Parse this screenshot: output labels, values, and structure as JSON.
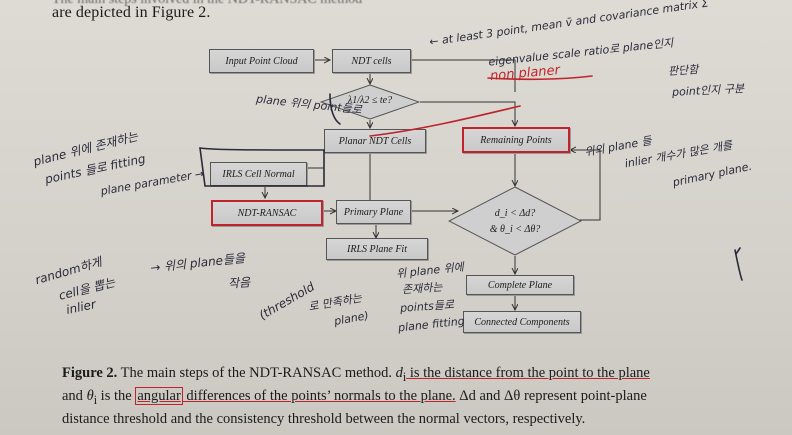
{
  "top_text": "are depicted in Figure 2.",
  "top_cut_text": "The main steps involved in the NDT-RANSAC method",
  "diagram": {
    "input_point_cloud": "Input Point Cloud",
    "ndt_cells": "NDT cells",
    "decision_1": "λ1/λ2 ≤ te?",
    "planar_ndt_cells": "Planar NDT Cells",
    "remaining_points": "Remaining Points",
    "irls_cell_normal": "IRLS Cell Normal",
    "ndt_ransac": "NDT-RANSAC",
    "primary_plane": "Primary Plane",
    "decision_2_line1": "d_i < Δd?",
    "decision_2_line2": "& θ_i < Δθ?",
    "irls_plane_fit": "IRLS Plane Fit",
    "complete_plane": "Complete Plane",
    "connected_components": "Connected Components"
  },
  "annotations": {
    "a1": "← at least 3 point, mean v̄ and covariance matrix Σ",
    "a2": "eigenvalue scale ratio로 plane인지",
    "a3": "판단함",
    "a4_red": "non planer",
    "a5": "point인지 구분",
    "a6": "plane 위의 point들로",
    "a7": "plane 위에 존재하는",
    "a8": "points 들로 fitting",
    "a9": "plane parameter →",
    "a10": "→ 위의 plane들을",
    "a11": "작음",
    "a12": "(threshold",
    "a13": "로 만족하는",
    "a14": "plane)",
    "a15": "random하게",
    "a16": "cell을 뽑는",
    "a17": "inlier",
    "a18": "위 plane 위에",
    "a19": "존재하는",
    "a20": "points들로",
    "a21": "plane fitting",
    "a22": "위의 plane 들",
    "a23": "inlier 개수가 많은 개를",
    "a24": "primary plane."
  },
  "caption": {
    "fig_label": "Figure 2.",
    "part1": " The main steps of the NDT-RANSAC method. ",
    "di": "d",
    "di_sub": "i",
    "part2": " is the distance from the point to the plane",
    "part3": "and ",
    "theta": "θ",
    "theta_sub": "i",
    "part4": " is the ",
    "angular": "angular",
    "part5": " differences of the points’ normals to the plane.",
    "part6": " Δd and Δθ represent point-plane",
    "part7": "distance threshold and the consistency threshold between the normal vectors, respectively."
  },
  "colors": {
    "ink_red": "#c0232b",
    "ink_black": "#2a2a3a",
    "box_fill": "#cfcfcf"
  }
}
